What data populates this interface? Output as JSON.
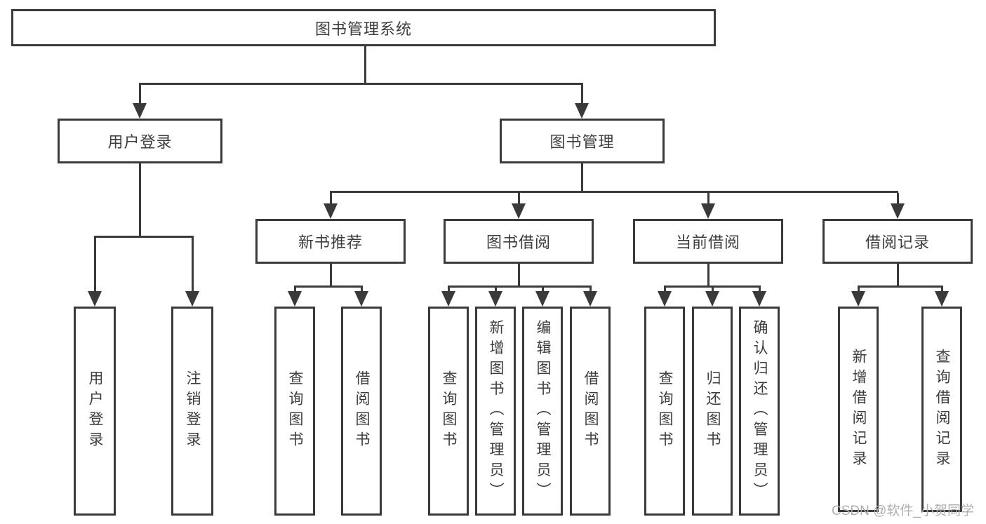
{
  "colors": {
    "line": "#3a3a3a",
    "border": "#3a3a3a",
    "text": "#3d3d3d",
    "bg": "#ffffff",
    "watermark": "#aeaeae"
  },
  "nodes": {
    "root": "图书管理系统",
    "user_login": "用户登录",
    "book_mgmt": "图书管理",
    "new_book_rec": "新书推荐",
    "book_borrow": "图书借阅",
    "current_borrow": "当前借阅",
    "borrow_record": "借阅记录",
    "leaf_user_login": "用户登录",
    "leaf_logout": "注销登录",
    "rec_query_book": "查询图书",
    "rec_borrow_book": "借阅图书",
    "bb_query_book": "查询图书",
    "bb_add_book": "新增图书（管理员）",
    "bb_edit_book": "编辑图书（管理员）",
    "bb_borrow_book": "借阅图书",
    "cb_query_book": "查询图书",
    "cb_return_book": "归还图书",
    "cb_confirm_return": "确认归还（管理员）",
    "br_add_record": "新增借阅记录",
    "br_query_record": "查询借阅记录"
  },
  "watermark": "CSDN @软件_小贺同学"
}
